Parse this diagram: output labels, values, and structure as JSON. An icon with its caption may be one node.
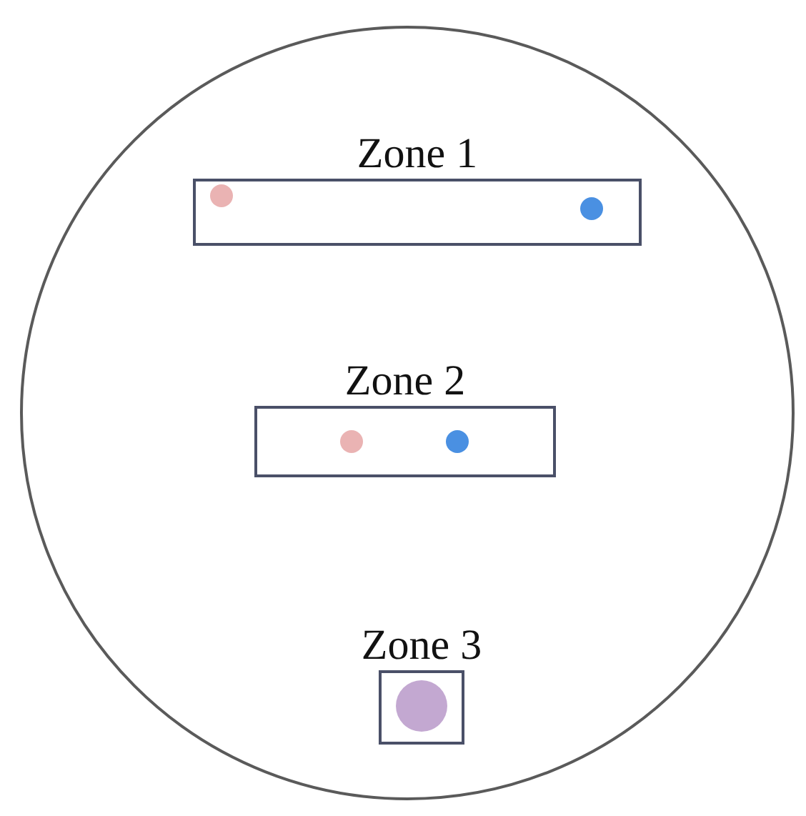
{
  "diagram": {
    "nodes": [
      {
        "text": [],
        "shape": "circle"
      },
      {
        "text": [
          "Zone 1"
        ],
        "in": 0
      },
      {
        "text": [],
        "shape": "circle",
        "in": 1
      },
      {
        "text": [],
        "shape": "circle",
        "in": 1
      },
      {
        "text": [
          "Zone 2"
        ],
        "in": 0
      },
      {
        "text": [],
        "shape": "circle",
        "in": 4
      },
      {
        "text": [],
        "shape": "circle",
        "in": 4
      },
      {
        "text": [
          "Zone 3"
        ],
        "in": 0
      },
      {
        "text": [],
        "shape": "circle",
        "in": 7
      }
    ]
  }
}
